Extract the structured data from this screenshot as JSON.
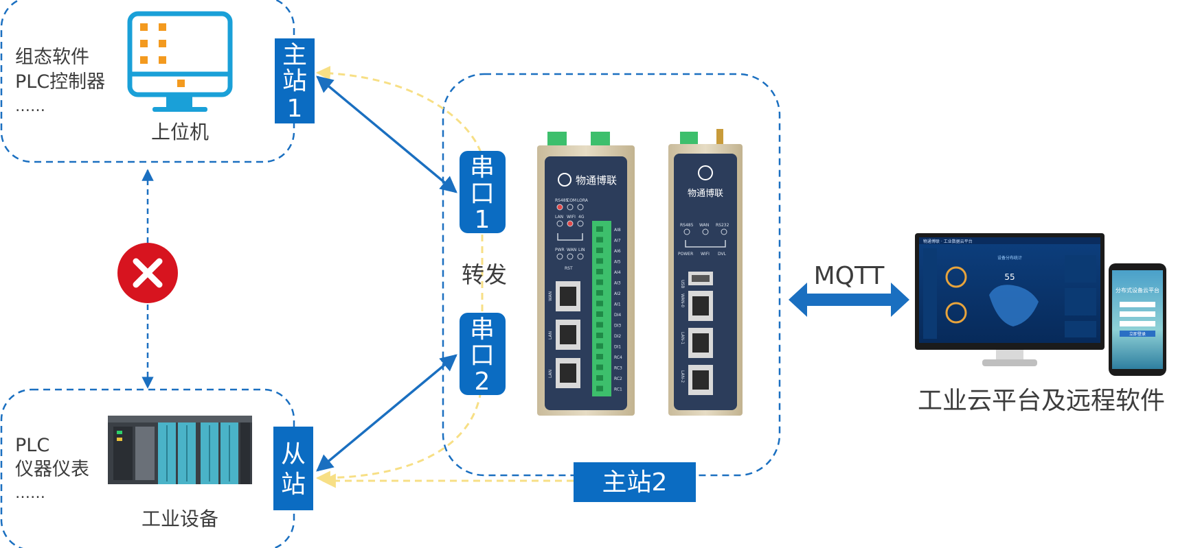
{
  "colors": {
    "accent_blue": "#0b6cc2",
    "dash_blue": "#1a6fc0",
    "dash_yellow": "#f7df85",
    "error_red": "#d7141f",
    "device_panel": "#2c3d5b",
    "device_case": "#d2c5a8",
    "terminal_green": "#3dbf6c"
  },
  "upper_computer": {
    "lines": [
      "组态软件",
      "PLC控制器",
      "……"
    ],
    "caption": "上位机",
    "icon": "monitor-icon"
  },
  "field_device": {
    "lines": [
      "PLC",
      "仪器仪表",
      "……"
    ],
    "caption": "工业设备",
    "icon": "plc-rack-icon"
  },
  "tags": {
    "master1": [
      "主",
      "站",
      "1"
    ],
    "slave": [
      "从",
      "站"
    ],
    "serial1": [
      "串",
      "口",
      "1"
    ],
    "serial2": [
      "串",
      "口",
      "2"
    ],
    "master2": "主站2"
  },
  "gateway": {
    "forward_label": "转发",
    "brand": "物通博联",
    "left_unit": {
      "led_rows": [
        [
          "RS485",
          "COM",
          "LORA"
        ],
        [
          "LAN",
          "WIFI",
          "4G"
        ],
        [
          "PWR",
          "WAN",
          "LIN"
        ]
      ],
      "rst": "RST",
      "ports": [
        "WAN",
        "LAN",
        "LAN"
      ],
      "terminal_labels": [
        "AI8",
        "AI7",
        "AI6",
        "AI5",
        "AI4",
        "AI3",
        "AI2",
        "AI1",
        "DI4",
        "DI3",
        "DI2",
        "DI1",
        "RC4",
        "RC3",
        "RC2",
        "RC1"
      ]
    },
    "right_unit": {
      "led_labels": [
        "RS485",
        "WAN",
        "RS232"
      ],
      "led_labels2": [
        "POWER",
        "WIFI",
        "DVL"
      ],
      "ports": [
        "USB",
        "WAN-0",
        "LAN-1",
        "LAN-2"
      ]
    }
  },
  "cloud": {
    "protocol": "MQTT",
    "caption": "工业云平台及远程软件",
    "dashboard_title": "物通博联 · 工业数据云平台",
    "dashboard_center": "设备分布统计",
    "dashboard_number": "55",
    "phone_title": "分布式设备云平台",
    "phone_button": "立即登录"
  },
  "error_icon": "x-mark-icon"
}
